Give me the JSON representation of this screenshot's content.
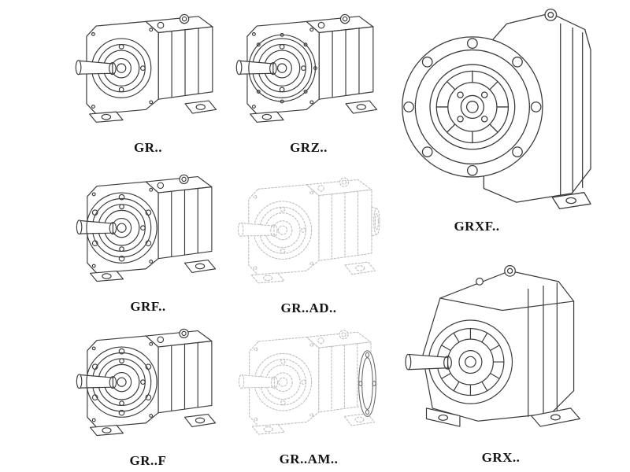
{
  "sheet": {
    "background": "#ffffff",
    "line_color": "#3c3c3c",
    "ghost_line_color": "#c1c1c1",
    "label_color": "#141414"
  },
  "products": {
    "gr": {
      "label": "GR.."
    },
    "grz": {
      "label": "GRZ.."
    },
    "grxf": {
      "label": "GRXF.."
    },
    "grf": {
      "label": "GRF.."
    },
    "gr_ad": {
      "label": "GR..AD.."
    },
    "gr_f": {
      "label": "GR..F"
    },
    "gr_am": {
      "label": "GR..AM.."
    },
    "grx": {
      "label": "GRX.."
    }
  }
}
